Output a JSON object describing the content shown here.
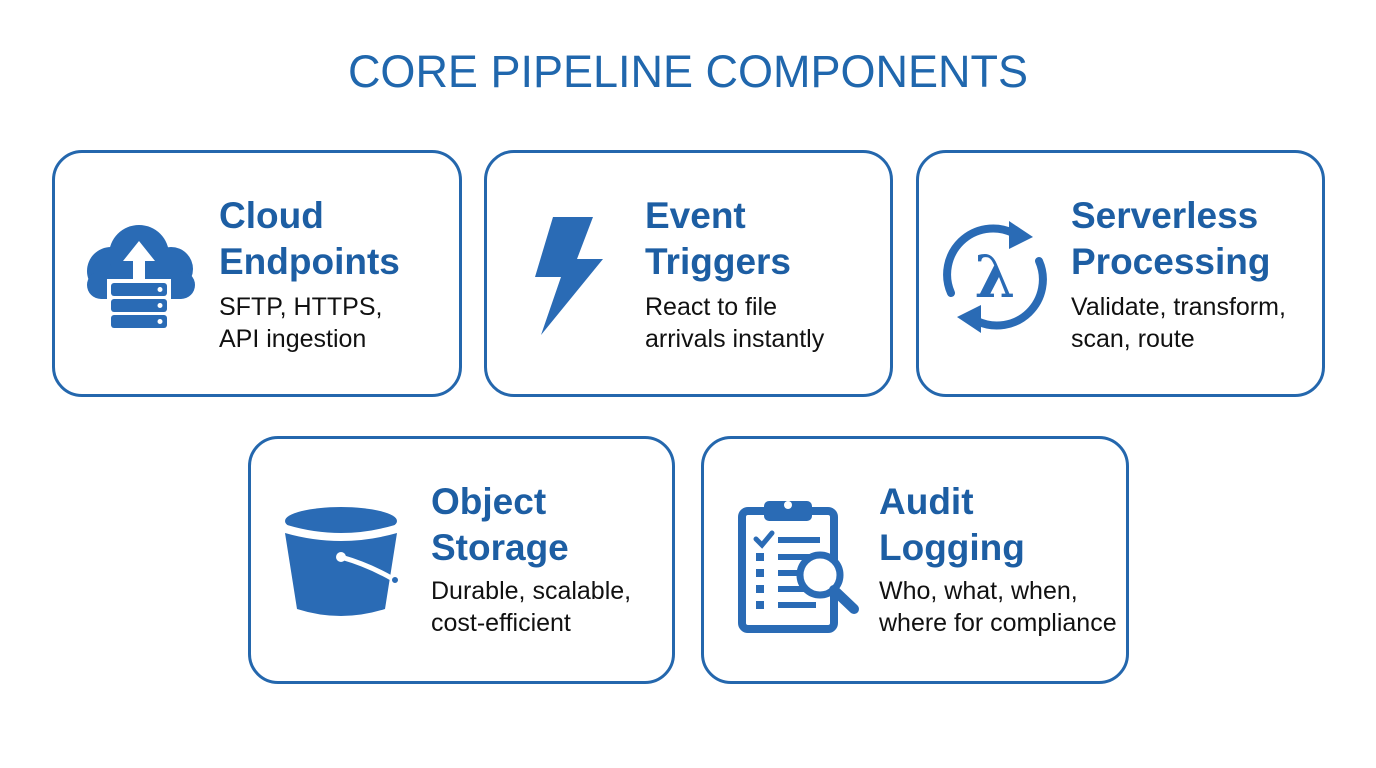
{
  "title": "CORE PIPELINE COMPONENTS",
  "colors": {
    "accent": "#2067ad",
    "icon": "#2a6bb5",
    "text": "#111111"
  },
  "cards": [
    {
      "heading": [
        "Cloud",
        "Endpoints"
      ],
      "description": [
        "SFTP, HTTPS,",
        "API ingestion"
      ],
      "icon": "cloud-upload-server-icon"
    },
    {
      "heading": [
        "Event",
        "Triggers"
      ],
      "description": [
        "React to file",
        "arrivals instantly"
      ],
      "icon": "lightning-bolt-icon"
    },
    {
      "heading": [
        "Serverless",
        "Processing"
      ],
      "description": [
        "Validate, transform,",
        "scan, route"
      ],
      "icon": "lambda-cycle-icon"
    },
    {
      "heading": [
        "Object",
        "Storage"
      ],
      "description": [
        "Durable, scalable,",
        "cost-efficient"
      ],
      "icon": "bucket-icon"
    },
    {
      "heading": [
        "Audit",
        "Logging"
      ],
      "description": [
        "Who, what, when,",
        "where for compliance"
      ],
      "icon": "clipboard-search-icon"
    }
  ]
}
